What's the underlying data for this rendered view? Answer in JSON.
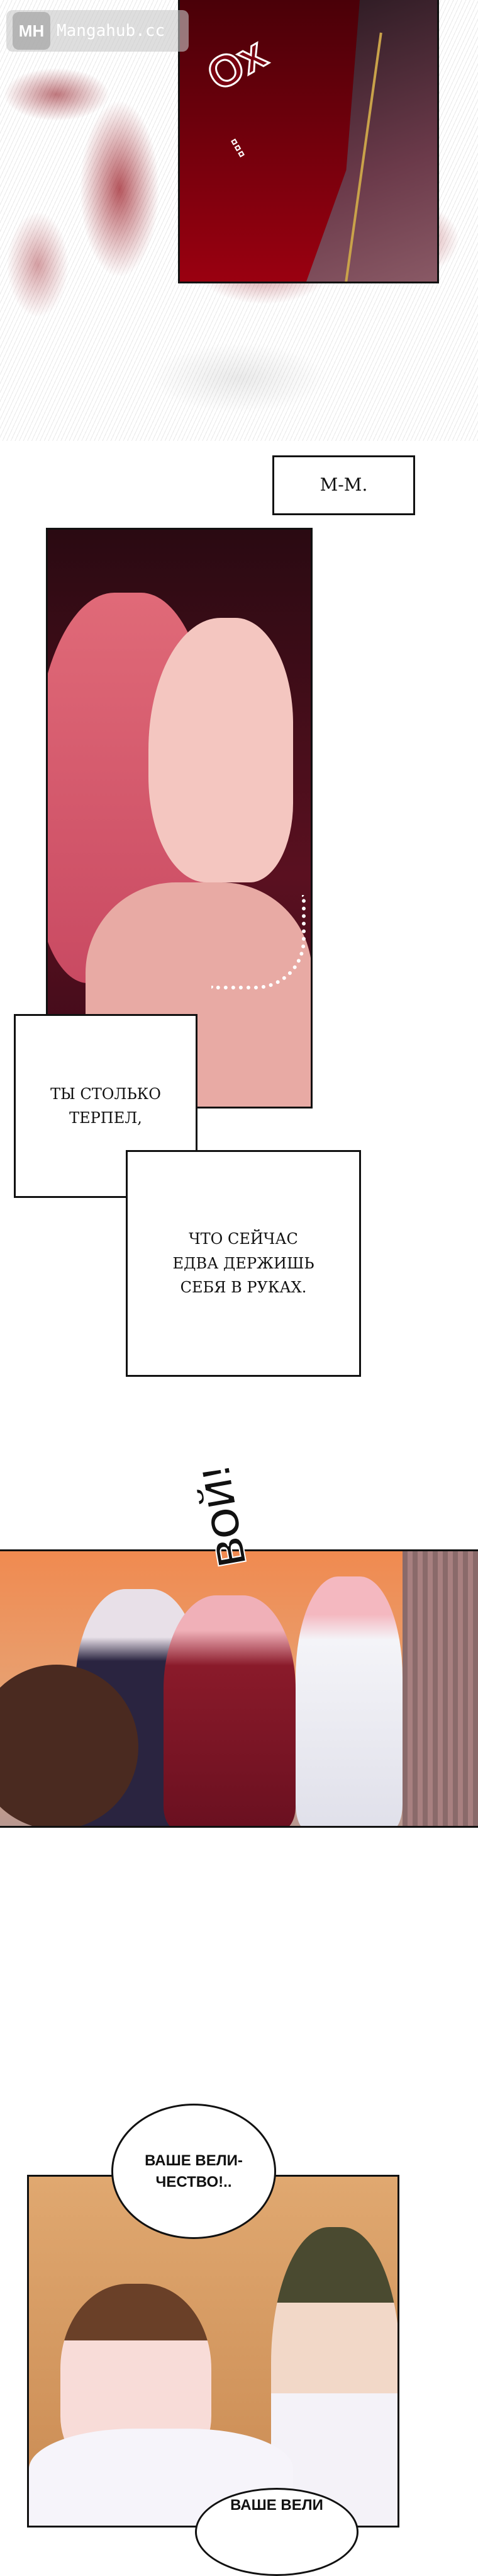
{
  "watermark": {
    "logo": "MH",
    "site": "Mangahub.cc"
  },
  "panels": {
    "sfx_top": "Ох",
    "sfx_dots": "...",
    "mm_caption": "М-М.",
    "caption_1": "ТЫ СТОЛЬКО ТЕРПЕЛ,",
    "caption_2": "ЧТО СЕЙЧАС ЕДВА ДЕРЖИШЬ СЕБЯ В РУКАХ.",
    "sfx_voi": "ВОЙ!",
    "bubble_1": "ВАШЕ ВЕЛИ-ЧЕСТВО!..",
    "bubble_2": "ВАШЕ ВЕЛИ"
  },
  "colors": {
    "blood": "#8a0a16",
    "panel_border": "#111111"
  }
}
